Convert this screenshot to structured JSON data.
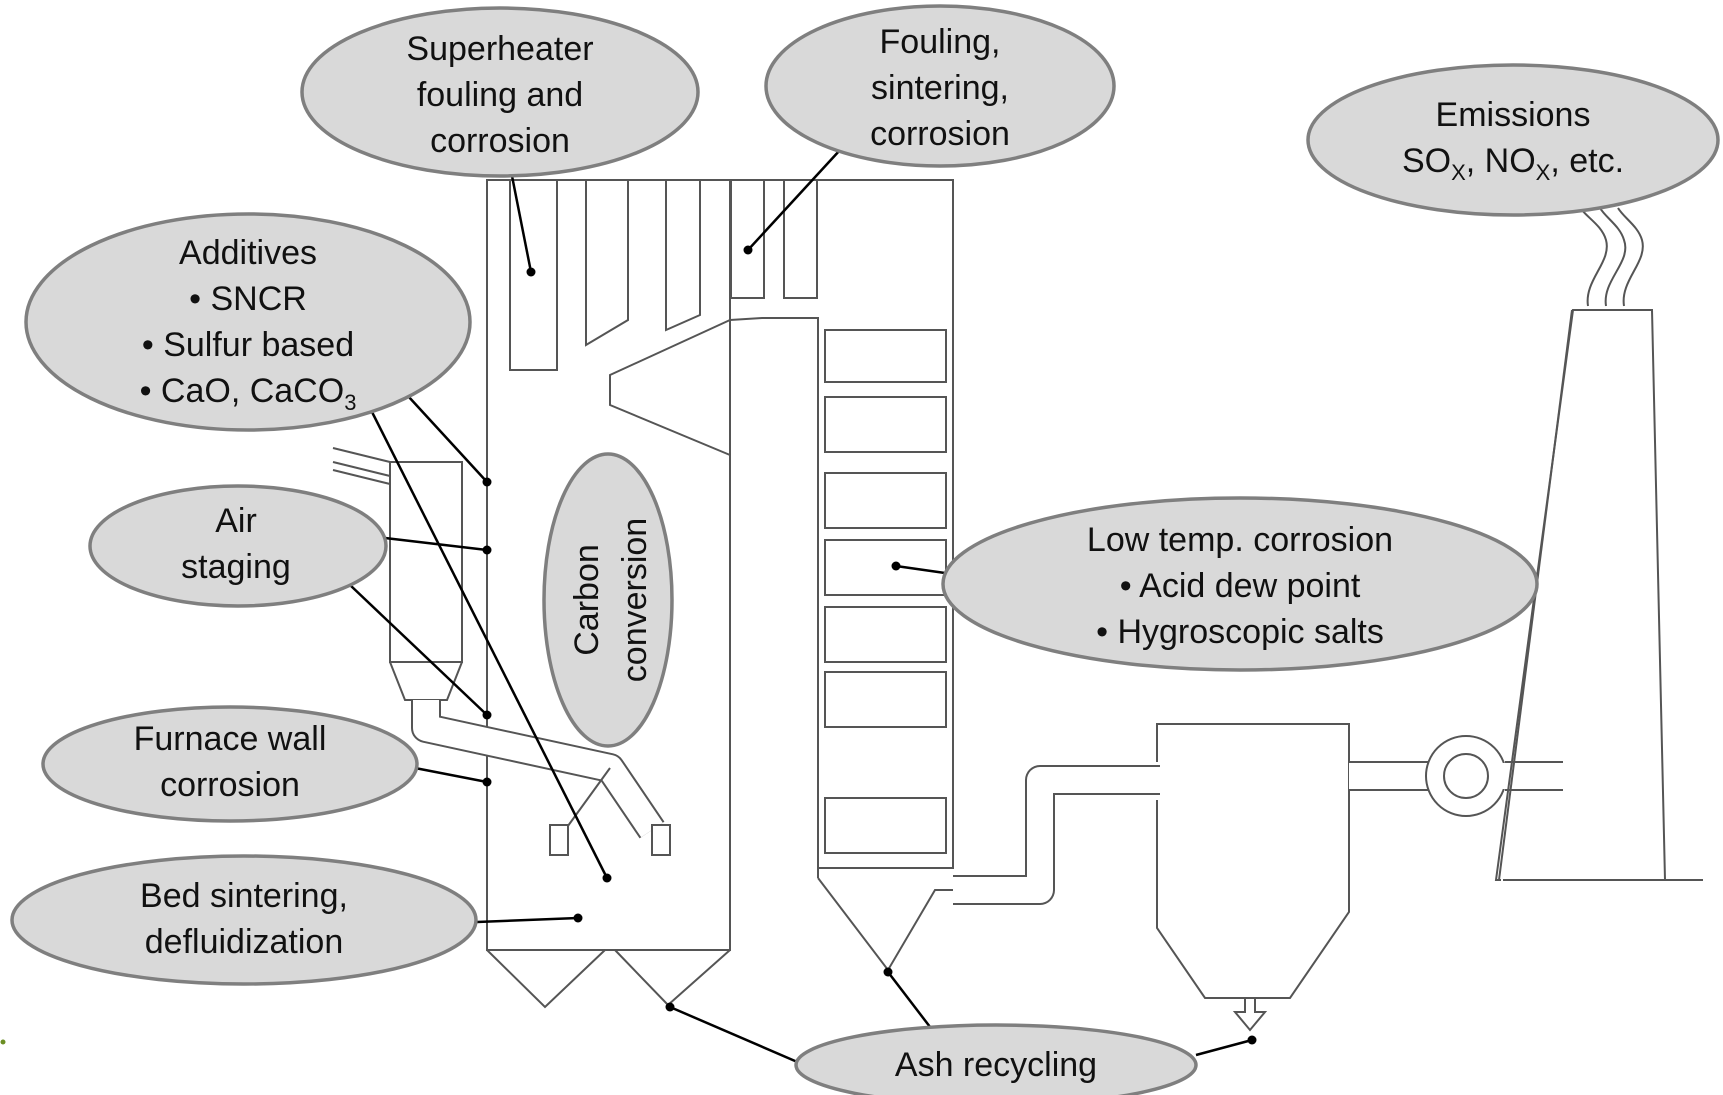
{
  "labels": {
    "superheater": [
      "Superheater",
      "fouling and",
      "corrosion"
    ],
    "fouling": [
      "Fouling,",
      "sintering,",
      "corrosion"
    ],
    "emissions": {
      "line1": "Emissions",
      "so": "SO",
      "so_sub": "X",
      "sep": ", NO",
      "no_sub": "X",
      "tail": ", etc."
    },
    "additives": {
      "title": "Additives",
      "items": [
        "• SNCR",
        "• Sulfur based"
      ],
      "item3": "• CaO, CaCO",
      "item3_sub": "3"
    },
    "air_staging": [
      "Air",
      "staging"
    ],
    "carbon_conversion": [
      "Carbon",
      "conversion"
    ],
    "low_temp": [
      "Low temp. corrosion",
      "• Acid dew point",
      "• Hygroscopic salts"
    ],
    "furnace_wall": [
      "Furnace wall",
      "corrosion"
    ],
    "bed_sintering": [
      "Bed sintering,",
      "defluidization"
    ],
    "ash_recycling": "Ash recycling"
  }
}
